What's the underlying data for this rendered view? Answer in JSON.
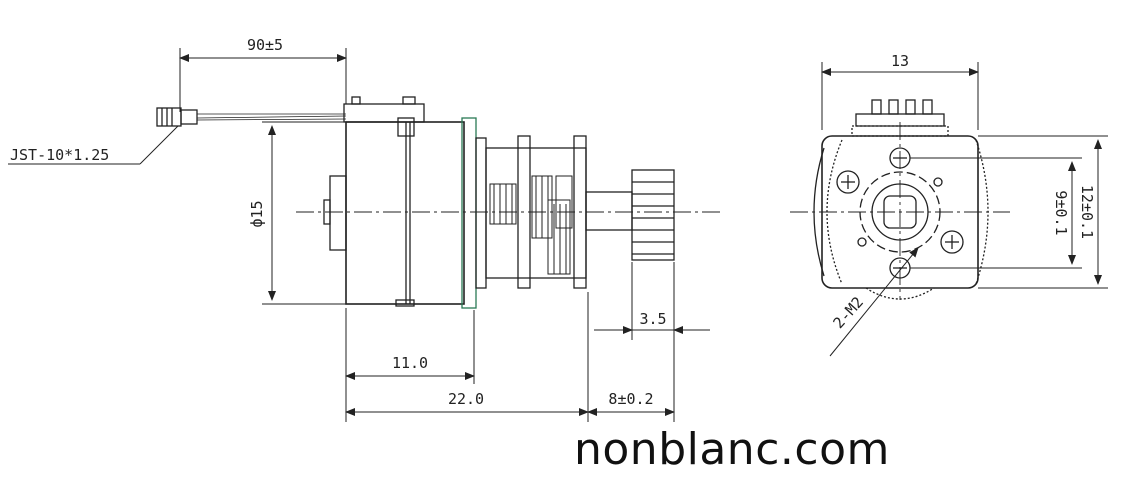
{
  "dimensions": {
    "lead_length": "90±5",
    "connector": "JST-10*1.25",
    "diameter": "ф15",
    "shaft_ext": "3.5",
    "body_len": "11.0",
    "total_len": "22.0",
    "gear_len": "8±0.2",
    "width": "13",
    "mount_spacing": "9±0.1",
    "height": "12±0.1",
    "thread": "2-M2"
  },
  "watermark": "nonblanc.com"
}
